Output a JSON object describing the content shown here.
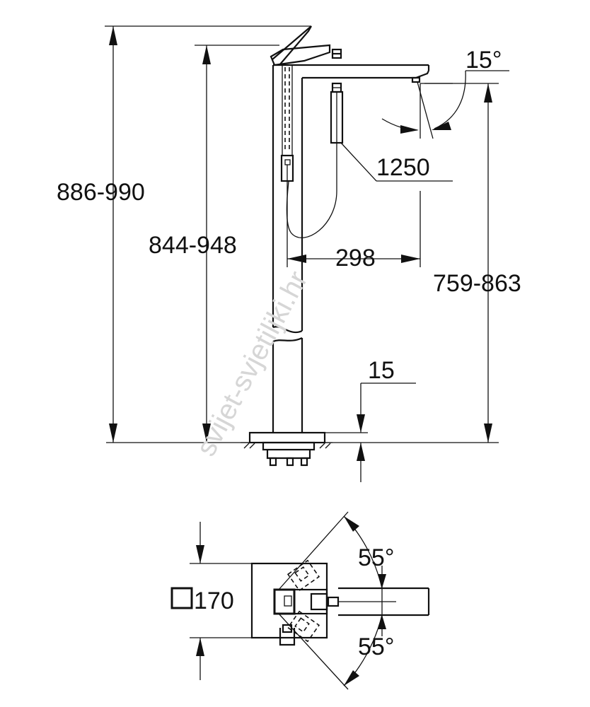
{
  "dimensions": {
    "total_height": "886-990",
    "spout_height": "844-948",
    "outlet_height": "759-863",
    "projection": "298",
    "hose_length": "1250",
    "swivel_angle": "15°",
    "base_thickness": "15",
    "rotation_top": "55°",
    "rotation_bottom": "55°",
    "base_size": "170"
  },
  "watermark": "svijet-svjetiljki.hr",
  "colors": {
    "line": "#111111",
    "watermark": "#d6d6d6"
  }
}
